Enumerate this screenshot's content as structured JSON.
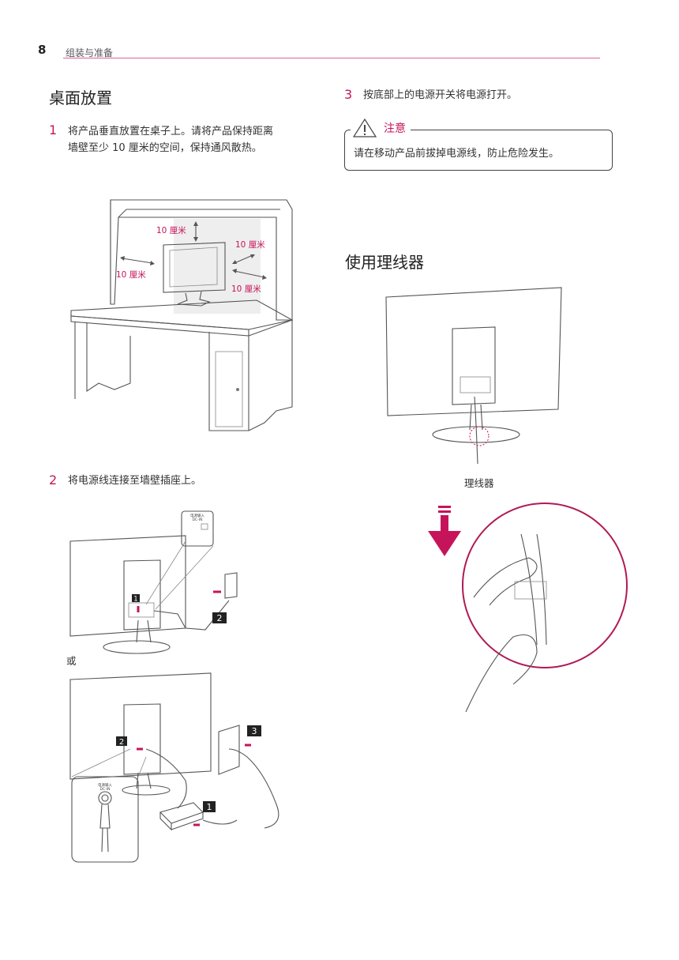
{
  "header": {
    "page_number": "8",
    "section": "组装与准备"
  },
  "left": {
    "title": "桌面放置",
    "step1": {
      "num": "1",
      "text_line1": "将产品垂直放置在桌子上。请将产品保持距离",
      "text_line2": "墙壁至少 10 厘米的空间，保持通风散热。"
    },
    "distance_label": "10 厘米",
    "step2": {
      "num": "2",
      "text": "将电源线连接至墙壁插座上。"
    },
    "or_text": "或",
    "callout_num_1": "1",
    "callout_num_2": "2",
    "callout_num_3": "3",
    "port_label_line1": "电源输入",
    "port_label_line2": "DC-IN"
  },
  "right": {
    "step3": {
      "num": "3",
      "text": "按底部上的电源开关将电源打开。"
    },
    "caution": {
      "title": "注意",
      "text": "请在移动产品前拔掉电源线，防止危险发生。"
    },
    "title": "使用理线器",
    "cable_holder_caption": "理线器"
  },
  "colors": {
    "accent": "#c6145b",
    "rule": "#e0609a",
    "text": "#333333"
  }
}
